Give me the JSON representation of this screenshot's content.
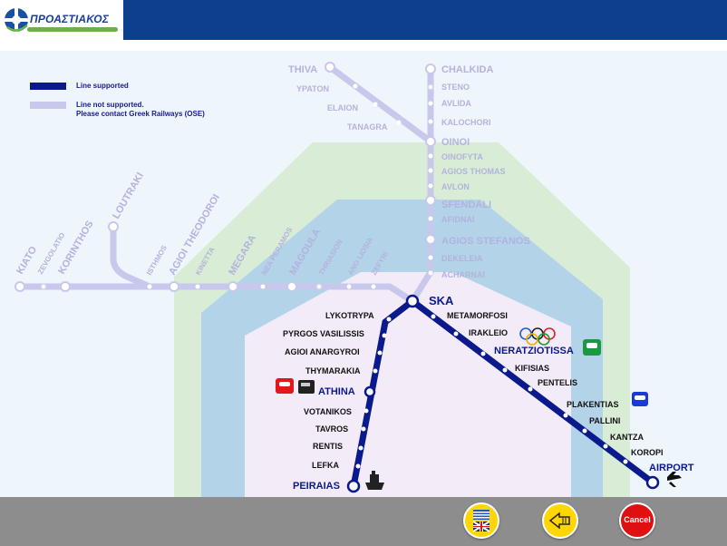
{
  "header": {
    "logo_text": "ΠΡΟΑΣΤΙΑΚΟΣ"
  },
  "legend": {
    "supported": "Line supported",
    "not_supported_1": "Line not supported.",
    "not_supported_2": "Please contact Greek Railways (OSE)"
  },
  "colors": {
    "supported": "#0a1a8c",
    "unsupported": "#c8c8ec",
    "zone_outer": "#cfe8c8",
    "zone_mid": "#a8cdf0",
    "zone_inner": "#f4ecf8",
    "header": "#0d3f8f"
  },
  "stations": {
    "thiva": "THIVA",
    "ypaton": "YPATON",
    "elaion": "ELAION",
    "tanagra": "TANAGRA",
    "chalkida": "CHALKIDA",
    "steno": "STENO",
    "avlida": "AVLIDA",
    "kalochori": "KALOCHORI",
    "oinoi": "OINOI",
    "oinofyta": "OINOFYTA",
    "agios_thomas": "AGIOS THOMAS",
    "avlon": "AVLON",
    "sfendali": "SFENDALI",
    "afidnai": "AFIDNAI",
    "agios_stefanos": "AGIOS STEFANOS",
    "dekeleia": "DEKELEIA",
    "acharnai": "ACHARNAI",
    "kiato": "KIATO",
    "zevgolatio": "ZEVGOLATIO",
    "korinthos": "KORINTHOS",
    "loutraki": "LOUTRAKI",
    "isthmos": "ISTHMOS",
    "agioi_theodoroi": "AGIOI THEODOROI",
    "kinetta": "KINETTA",
    "megara": "MEGARA",
    "nea_peramos": "NEA PERAMOS",
    "magoula": "MAGOULA",
    "thriasion": "THRIASION",
    "ano_liosia": "ANO LIOSIA",
    "zefyri": "ZEFYRI",
    "ska": "SKA",
    "metamorfosi": "METAMORFOSI",
    "irakleio": "IRAKLEIO",
    "neratziotissa": "NERATZIOTISSA",
    "kifisias": "KIFISIAS",
    "pentelis": "PENTELIS",
    "plakentias": "PLAKENTIAS",
    "pallini": "PALLINI",
    "kantza": "KANTZA",
    "koropi": "KOROPI",
    "airport": "AIRPORT",
    "lykotrypa": "LYKOTRYPA",
    "pyrgos_vasilissis": "PYRGOS VASILISSIS",
    "agioi_anargyroi": "AGIOI ANARGYROI",
    "thymarakia": "THYMARAKIA",
    "athina": "ATHINA",
    "votanikos": "VOTANIKOS",
    "tavros": "TAVROS",
    "rentis": "RENTIS",
    "lefka": "LEFKA",
    "peiraias": "PEIRAIAS"
  },
  "buttons": {
    "cancel": "Cancel"
  }
}
